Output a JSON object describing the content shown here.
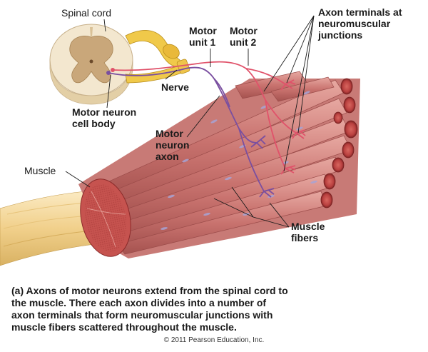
{
  "labels": {
    "spinal_cord": "Spinal cord",
    "nerve": "Nerve",
    "motor_neuron_cell_body": [
      "Motor neuron",
      "cell body"
    ],
    "motor_unit_1": [
      "Motor",
      "unit 1"
    ],
    "motor_unit_2": [
      "Motor",
      "unit 2"
    ],
    "axon_terminals": [
      "Axon terminals at",
      "neuromuscular",
      "junctions"
    ],
    "motor_neuron_axon": [
      "Motor",
      "neuron",
      "axon"
    ],
    "muscle": "Muscle",
    "muscle_fibers": [
      "Muscle",
      "fibers"
    ]
  },
  "caption": "(a) Axons of motor neurons extend from the spinal cord to\n      the muscle. There each axon divides into a number of\n      axon terminals that form neuromuscular junctions with\n      muscle fibers scattered throughout the muscle.",
  "copyright": "© 2011 Pearson Education, Inc.",
  "colors": {
    "motor_unit_1_axon": "#7a4fa0",
    "motor_unit_2_axon": "#e0526a",
    "muscle_fiber": "#c97b78",
    "tendon": "#f2d59a",
    "nerve": "#f0c94a"
  }
}
